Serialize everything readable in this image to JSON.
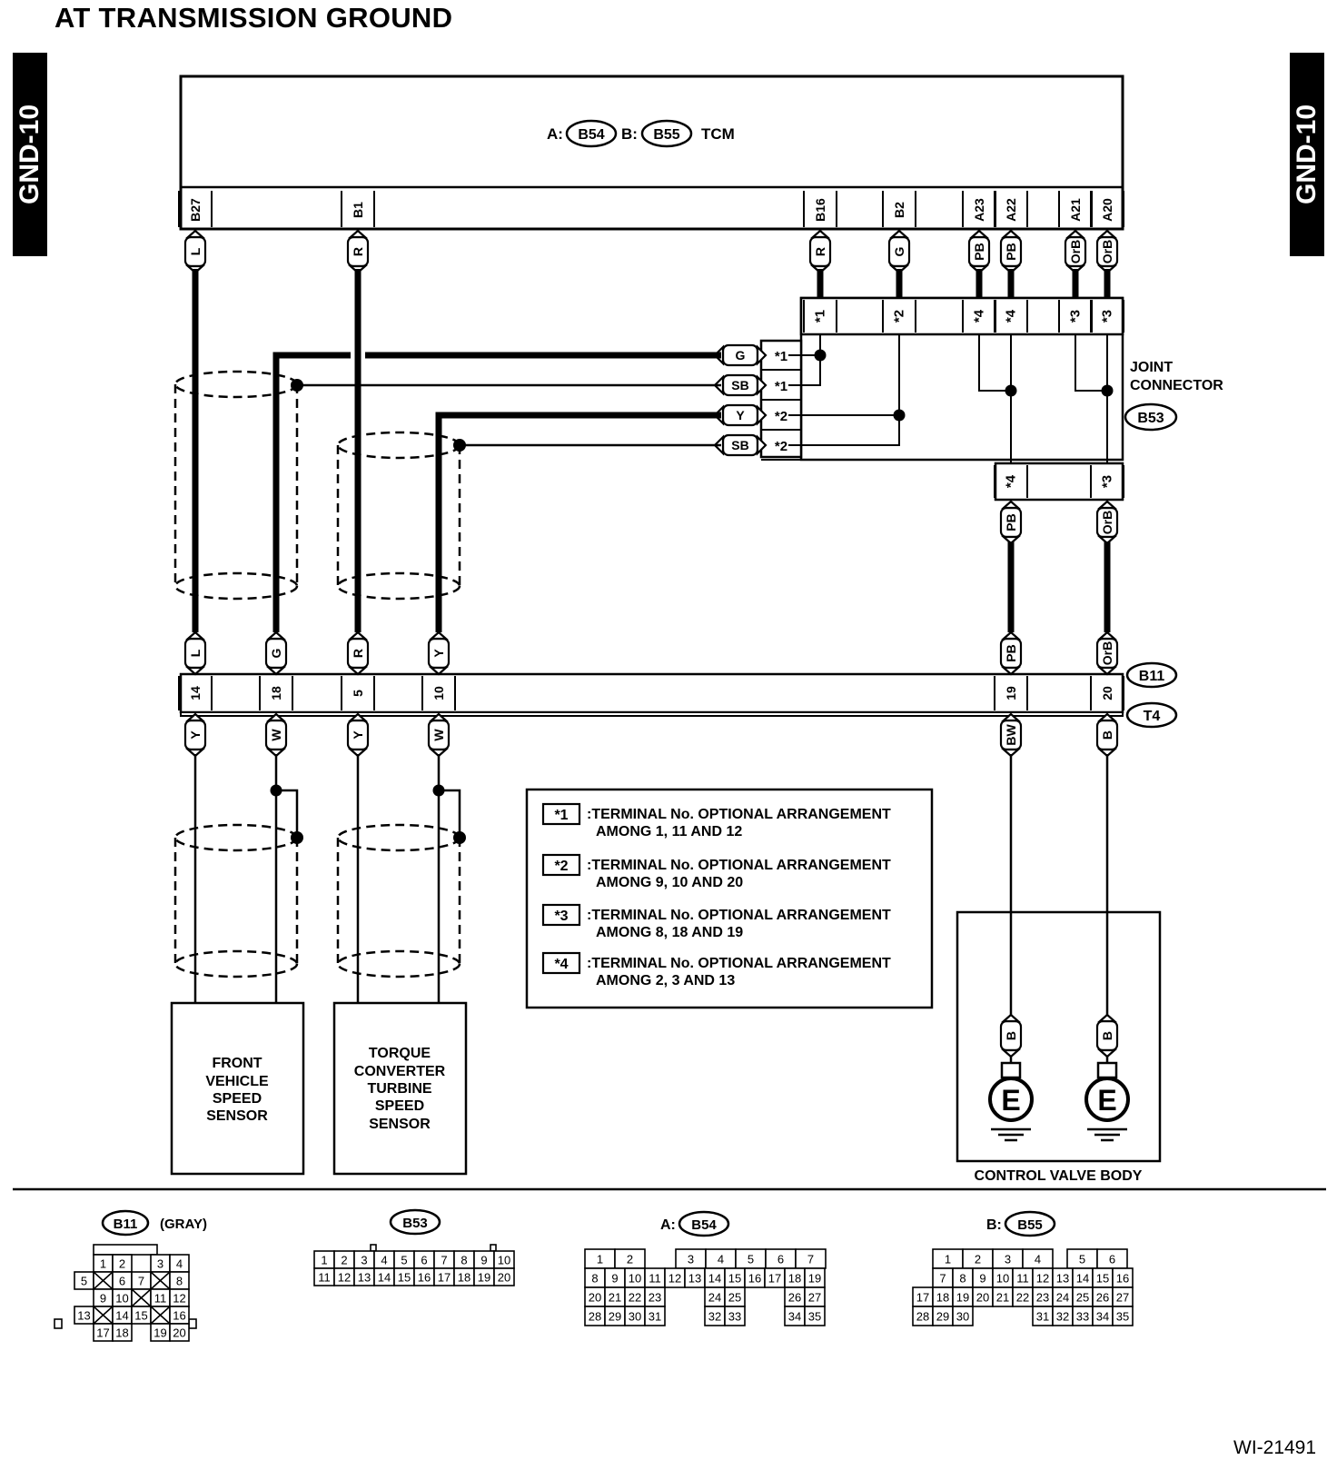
{
  "title": "AT TRANSMISSION GROUND",
  "side_tab": "GND-10",
  "figure_id": "WI-21491",
  "tcm": {
    "label": "TCM",
    "conn_a_prefix": "A:",
    "conn_a": "B54",
    "conn_b_prefix": "B:",
    "conn_b": "B55",
    "pins": [
      {
        "pin": "B27",
        "wire": "L"
      },
      {
        "pin": "B1",
        "wire": "R"
      },
      {
        "pin": "B16",
        "wire": "R"
      },
      {
        "pin": "B2",
        "wire": "G"
      },
      {
        "pin": "A23",
        "wire": "PB"
      },
      {
        "pin": "A22",
        "wire": "PB"
      },
      {
        "pin": "A21",
        "wire": "OrB"
      },
      {
        "pin": "A20",
        "wire": "OrB"
      }
    ]
  },
  "joint_connector": {
    "label_line1": "JOINT",
    "label_line2": "CONNECTOR",
    "id": "B53",
    "top_terminals": [
      "*1",
      "*2",
      "*4",
      "*4",
      "*3",
      "*3"
    ],
    "side_terminals": [
      {
        "term": "*1",
        "wire": "G"
      },
      {
        "term": "*1",
        "wire": "SB"
      },
      {
        "term": "*2",
        "wire": "Y"
      },
      {
        "term": "*2",
        "wire": "SB"
      }
    ],
    "bottom_terminals": [
      {
        "term": "*4",
        "wire": "PB"
      },
      {
        "term": "*3",
        "wire": "OrB"
      }
    ]
  },
  "inline_connector": {
    "id_top": "B11",
    "id_bottom": "T4",
    "pins": [
      {
        "pin": "14",
        "upper": "L",
        "lower": "Y"
      },
      {
        "pin": "18",
        "upper": "G",
        "lower": "W"
      },
      {
        "pin": "5",
        "upper": "R",
        "lower": "Y"
      },
      {
        "pin": "10",
        "upper": "Y",
        "lower": "W"
      },
      {
        "pin": "19",
        "upper": "PB",
        "lower": "BW"
      },
      {
        "pin": "20",
        "upper": "OrB",
        "lower": "B"
      }
    ]
  },
  "notes": [
    {
      "mark": "*1",
      "line1": ":TERMINAL No. OPTIONAL ARRANGEMENT",
      "line2": "AMONG 1, 11 AND 12"
    },
    {
      "mark": "*2",
      "line1": ":TERMINAL No. OPTIONAL ARRANGEMENT",
      "line2": "AMONG 9, 10 AND 20"
    },
    {
      "mark": "*3",
      "line1": ":TERMINAL No. OPTIONAL ARRANGEMENT",
      "line2": "AMONG 8, 18 AND 19"
    },
    {
      "mark": "*4",
      "line1": ":TERMINAL No. OPTIONAL ARRANGEMENT",
      "line2": "AMONG 2, 3 AND 13"
    }
  ],
  "front_sensor": {
    "lines": [
      "FRONT",
      "VEHICLE",
      "SPEED",
      "SENSOR"
    ]
  },
  "turbine_sensor": {
    "lines": [
      "TORQUE",
      "CONVERTER",
      "TURBINE",
      "SPEED",
      "SENSOR"
    ]
  },
  "control_valve": {
    "label": "CONTROL VALVE BODY",
    "wire": "B",
    "ground": "E"
  },
  "views": {
    "b11": {
      "id": "B11",
      "note": "(GRAY)"
    },
    "b53": {
      "id": "B53"
    },
    "b54": {
      "prefix": "A:",
      "id": "B54"
    },
    "b55": {
      "prefix": "B:",
      "id": "B55"
    }
  }
}
